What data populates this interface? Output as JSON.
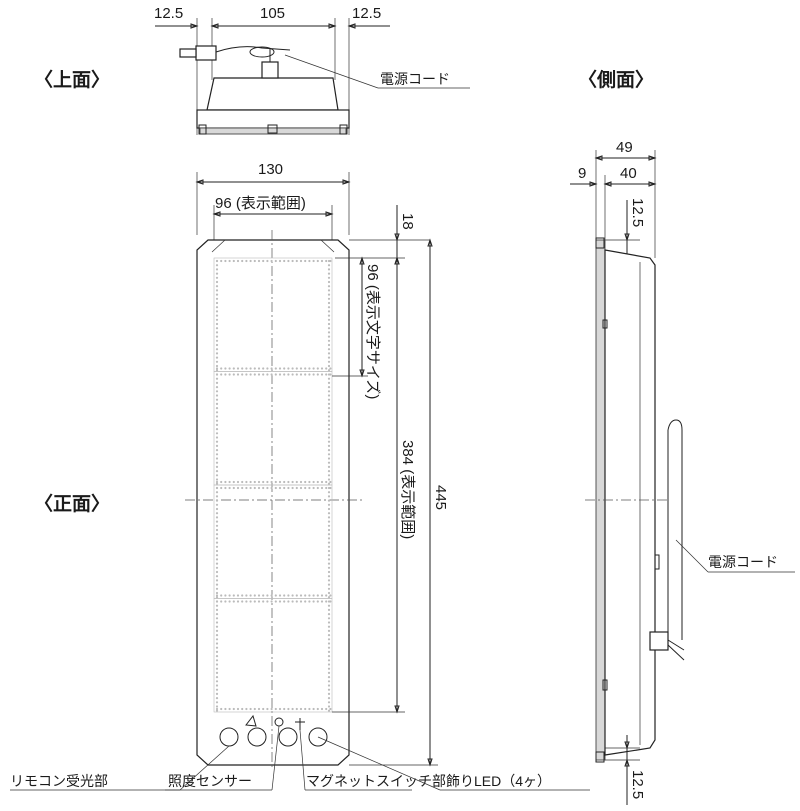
{
  "views": {
    "top": "〈上面〉",
    "side": "〈側面〉",
    "front": "〈正面〉"
  },
  "dimensions": {
    "top_left_margin": "12.5",
    "top_width": "105",
    "top_right_margin": "12.5",
    "front_width": "130",
    "display_width": "96 (表示範囲)",
    "top_margin": "18",
    "char_size": "96 (表示文字サイズ)",
    "display_height": "384 (表示範囲)",
    "total_height": "445",
    "side_depth": "49",
    "side_offset": "9",
    "side_body": "40",
    "side_top_offset": "12.5",
    "side_bottom_offset": "12.5"
  },
  "callouts": {
    "power_cord_top": "電源コード",
    "power_cord_side": "電源コード",
    "remote_receiver": "リモコン受光部",
    "light_sensor": "照度センサー",
    "magnet_switch": "マグネットスイッチ部",
    "deco_led": "飾りLED（4ヶ）"
  },
  "colors": {
    "line": "#222222",
    "panel": "#d8d8d8",
    "led_dot": "#bbbbbb"
  }
}
